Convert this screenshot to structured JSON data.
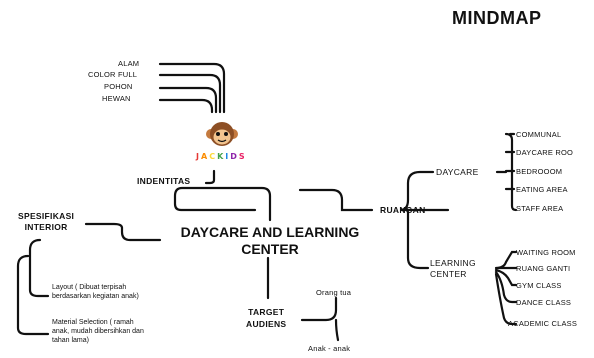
{
  "title": "MINDMAP",
  "center": {
    "line1": "DAYCARE AND LEARNING",
    "line2": "CENTER"
  },
  "identity": {
    "label": "INDENTITAS",
    "logo_text": "JACKIDS",
    "logo_colors": [
      "#e53935",
      "#fb8c00",
      "#fdd835",
      "#43a047",
      "#1e88e5",
      "#8e24aa",
      "#e91e63"
    ],
    "items": [
      "ALAM",
      "COLOR FULL",
      "POHON",
      "HEWAN"
    ]
  },
  "interior": {
    "label_line1": "SPESIFIKASI",
    "label_line2": "INTERIOR",
    "items": [
      {
        "line1": "Layout   (   Dibuat    terpisah",
        "line2": "berdasarkan kegiatan anak)"
      },
      {
        "line1": "Material  Selection  (  ramah",
        "line2": "anak,  mudah  dibersihkan  dan",
        "line3": "tahan lama)"
      }
    ]
  },
  "ruangan": {
    "label": "RUANGAN",
    "daycare": {
      "label": "DAYCARE",
      "items": [
        "COMMUNAL",
        "DAYCARE ROO",
        "BEDROOOM",
        "EATING AREA",
        "STAFF AREA"
      ]
    },
    "learning": {
      "label_line1": "LEARNING",
      "label_line2": "CENTER",
      "items": [
        "WAITING ROOM",
        "RUANG GANTI",
        "GYM CLASS",
        "DANCE CLASS",
        "ACADEMIC CLASS"
      ]
    }
  },
  "target": {
    "label_line1": "TARGET",
    "label_line2": "AUDIENS",
    "items": [
      "Orang tua",
      "Anak - anak"
    ]
  }
}
